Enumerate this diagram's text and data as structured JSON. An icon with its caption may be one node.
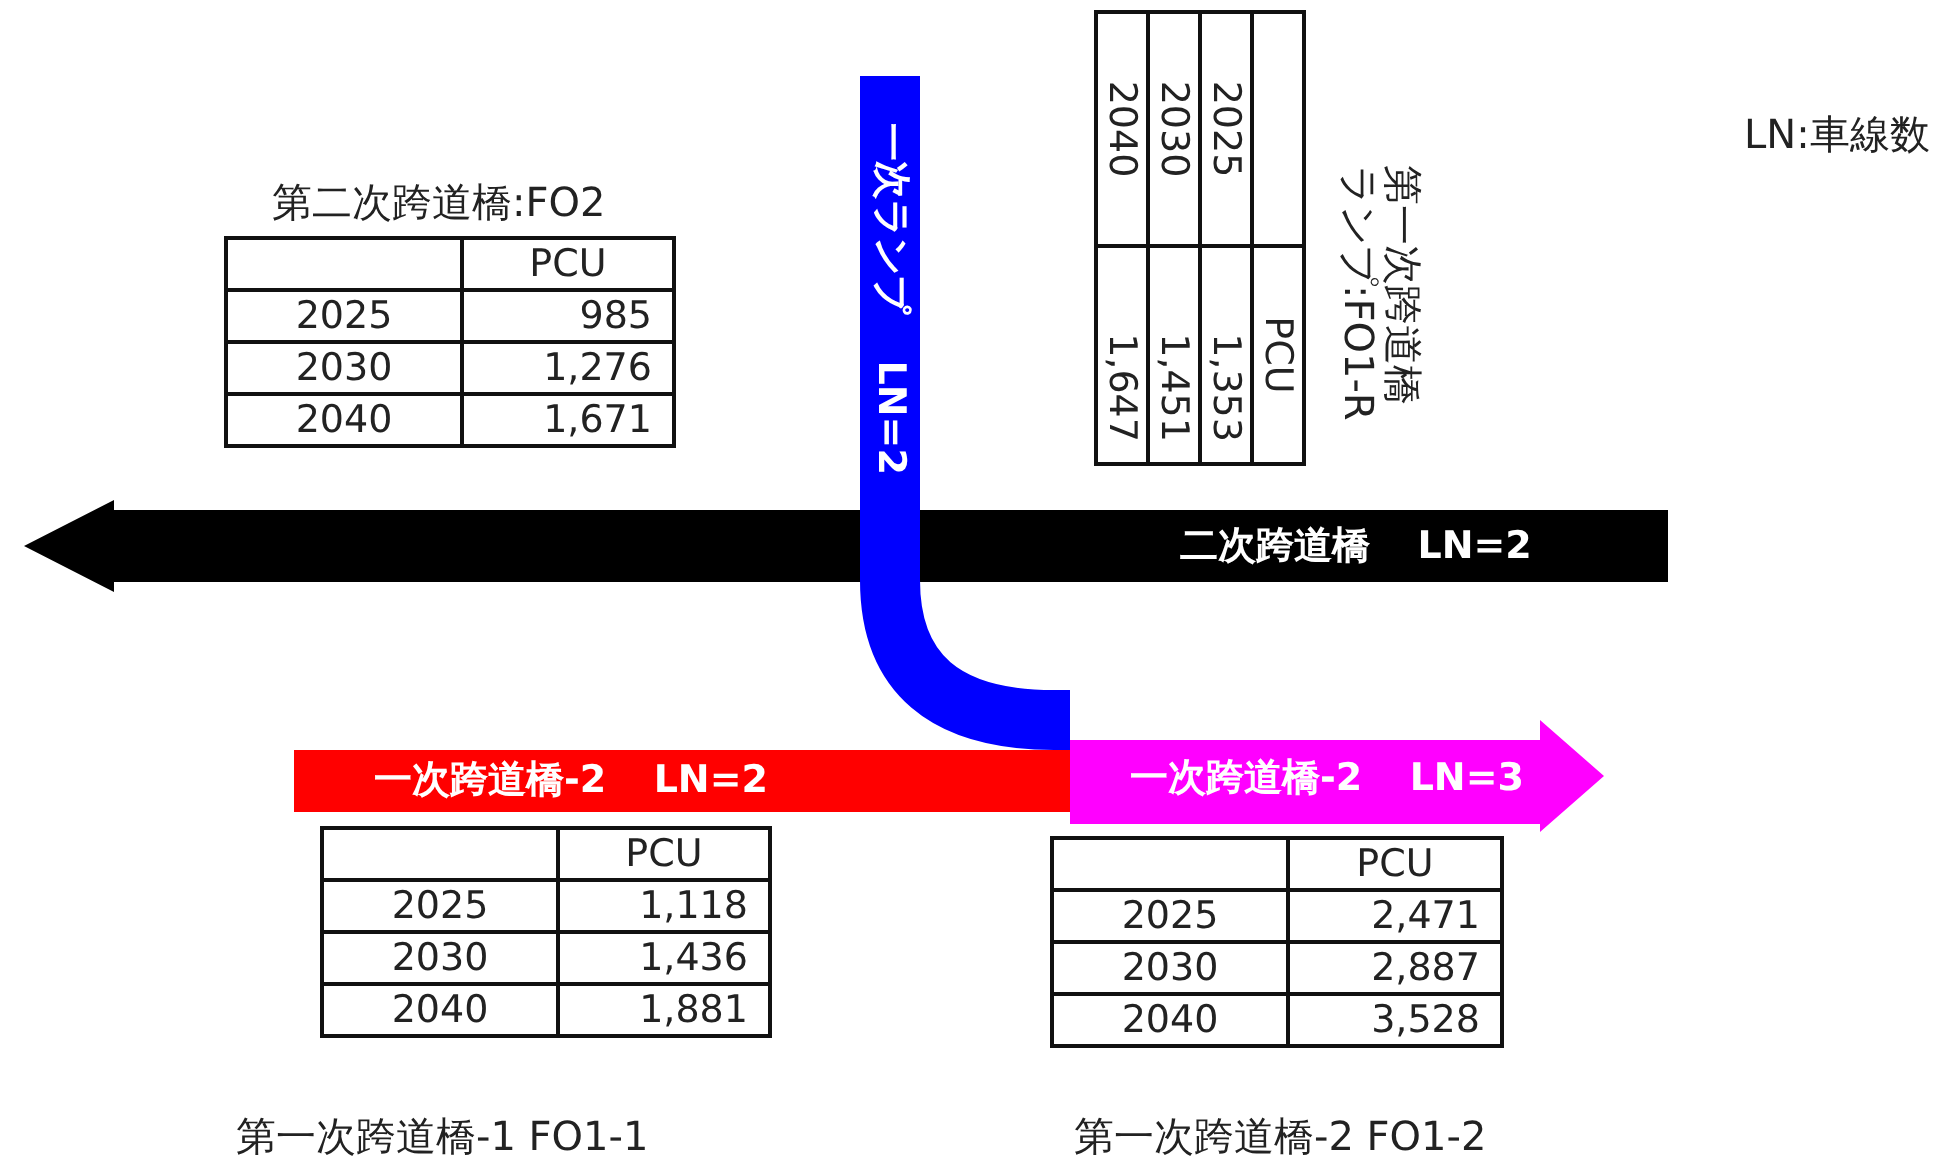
{
  "diagram": {
    "nodes": [
      {
        "text": [
          "一次ランプ LN=2"
        ]
      },
      {
        "text": [
          "二次跨道橋 LN=2"
        ]
      },
      {
        "text": [
          "一次跨道橋-2 LN=2"
        ]
      },
      {
        "text": [
          "一次跨道橋-2 LN=3"
        ]
      }
    ],
    "labels": [
      "LN:車線数",
      "第一次跨道橋ランプ:FO1-R",
      "PCU",
      "2025",
      "1,353",
      "2030",
      "1,451",
      "2040",
      "1,647",
      "第二次跨道橋:FO2",
      "PCU",
      "2025",
      "985",
      "2030",
      "1,276",
      "2040",
      "1,671",
      "PCU",
      "2025",
      "1,118",
      "2030",
      "1,436",
      "2040",
      "1,881",
      "PCU",
      "2025",
      "2,471",
      "2030",
      "2,887",
      "2040",
      "3,528",
      "第一次跨道橋-1 FO1-1",
      "第一次跨道橋-2 FO1-2"
    ]
  }
}
